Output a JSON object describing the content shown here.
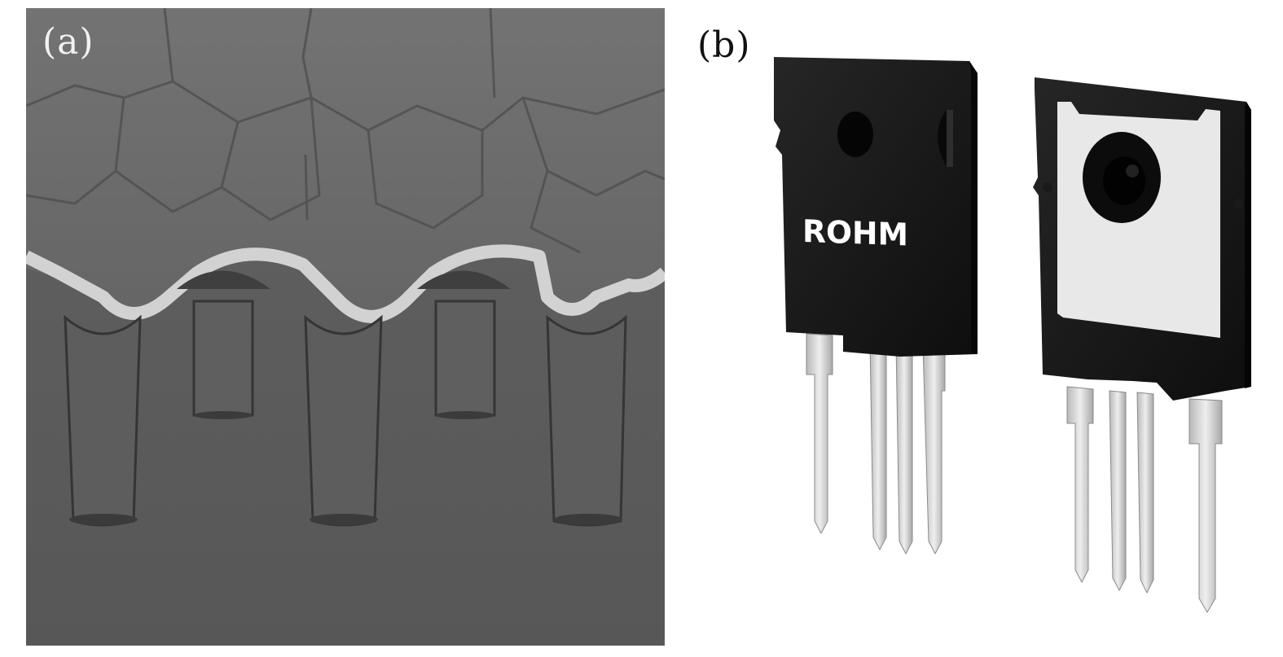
{
  "figure": {
    "panel_a_label": "(a)",
    "panel_b_label": "(b)"
  },
  "panel_b": {
    "brand_text": "ROHM"
  },
  "colors": {
    "sem_substrate": "#5e5e5e",
    "sem_metal": "#6b6b6b",
    "sem_oxide_liner": "#cfcfcf",
    "package_body": "#1a1a1a",
    "lead": "#cfcfcf",
    "heatsink_tab": "#e6e6e6"
  }
}
